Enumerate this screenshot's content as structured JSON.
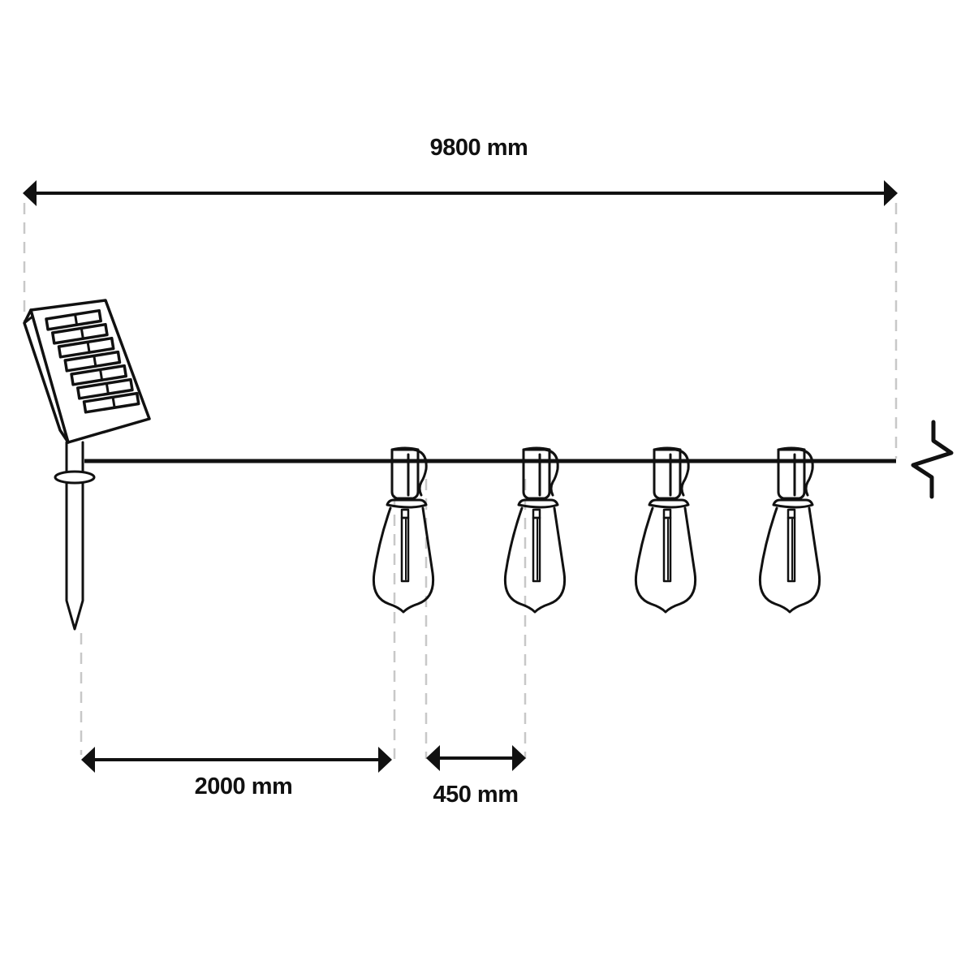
{
  "diagram": {
    "subject": "Solar string light with 4 edison bulbs",
    "colors": {
      "line": "#111111",
      "dimension_guide": "#c8c8c8",
      "background": "#ffffff"
    },
    "dimensions": {
      "total_length": {
        "label": "9800 mm",
        "value": 9800,
        "unit": "mm"
      },
      "panel_to_first_bulb": {
        "label": "2000 mm",
        "value": 2000,
        "unit": "mm"
      },
      "bulb_spacing": {
        "label": "450 mm",
        "value": 450,
        "unit": "mm"
      }
    },
    "components": {
      "solar_panel": {
        "cells_rows": 7,
        "cells_cols": 2
      },
      "ground_stake": 1,
      "bulbs": {
        "count_shown": 4,
        "type": "edison-teardrop"
      },
      "cable_break": "zigzag-break-symbol"
    }
  }
}
